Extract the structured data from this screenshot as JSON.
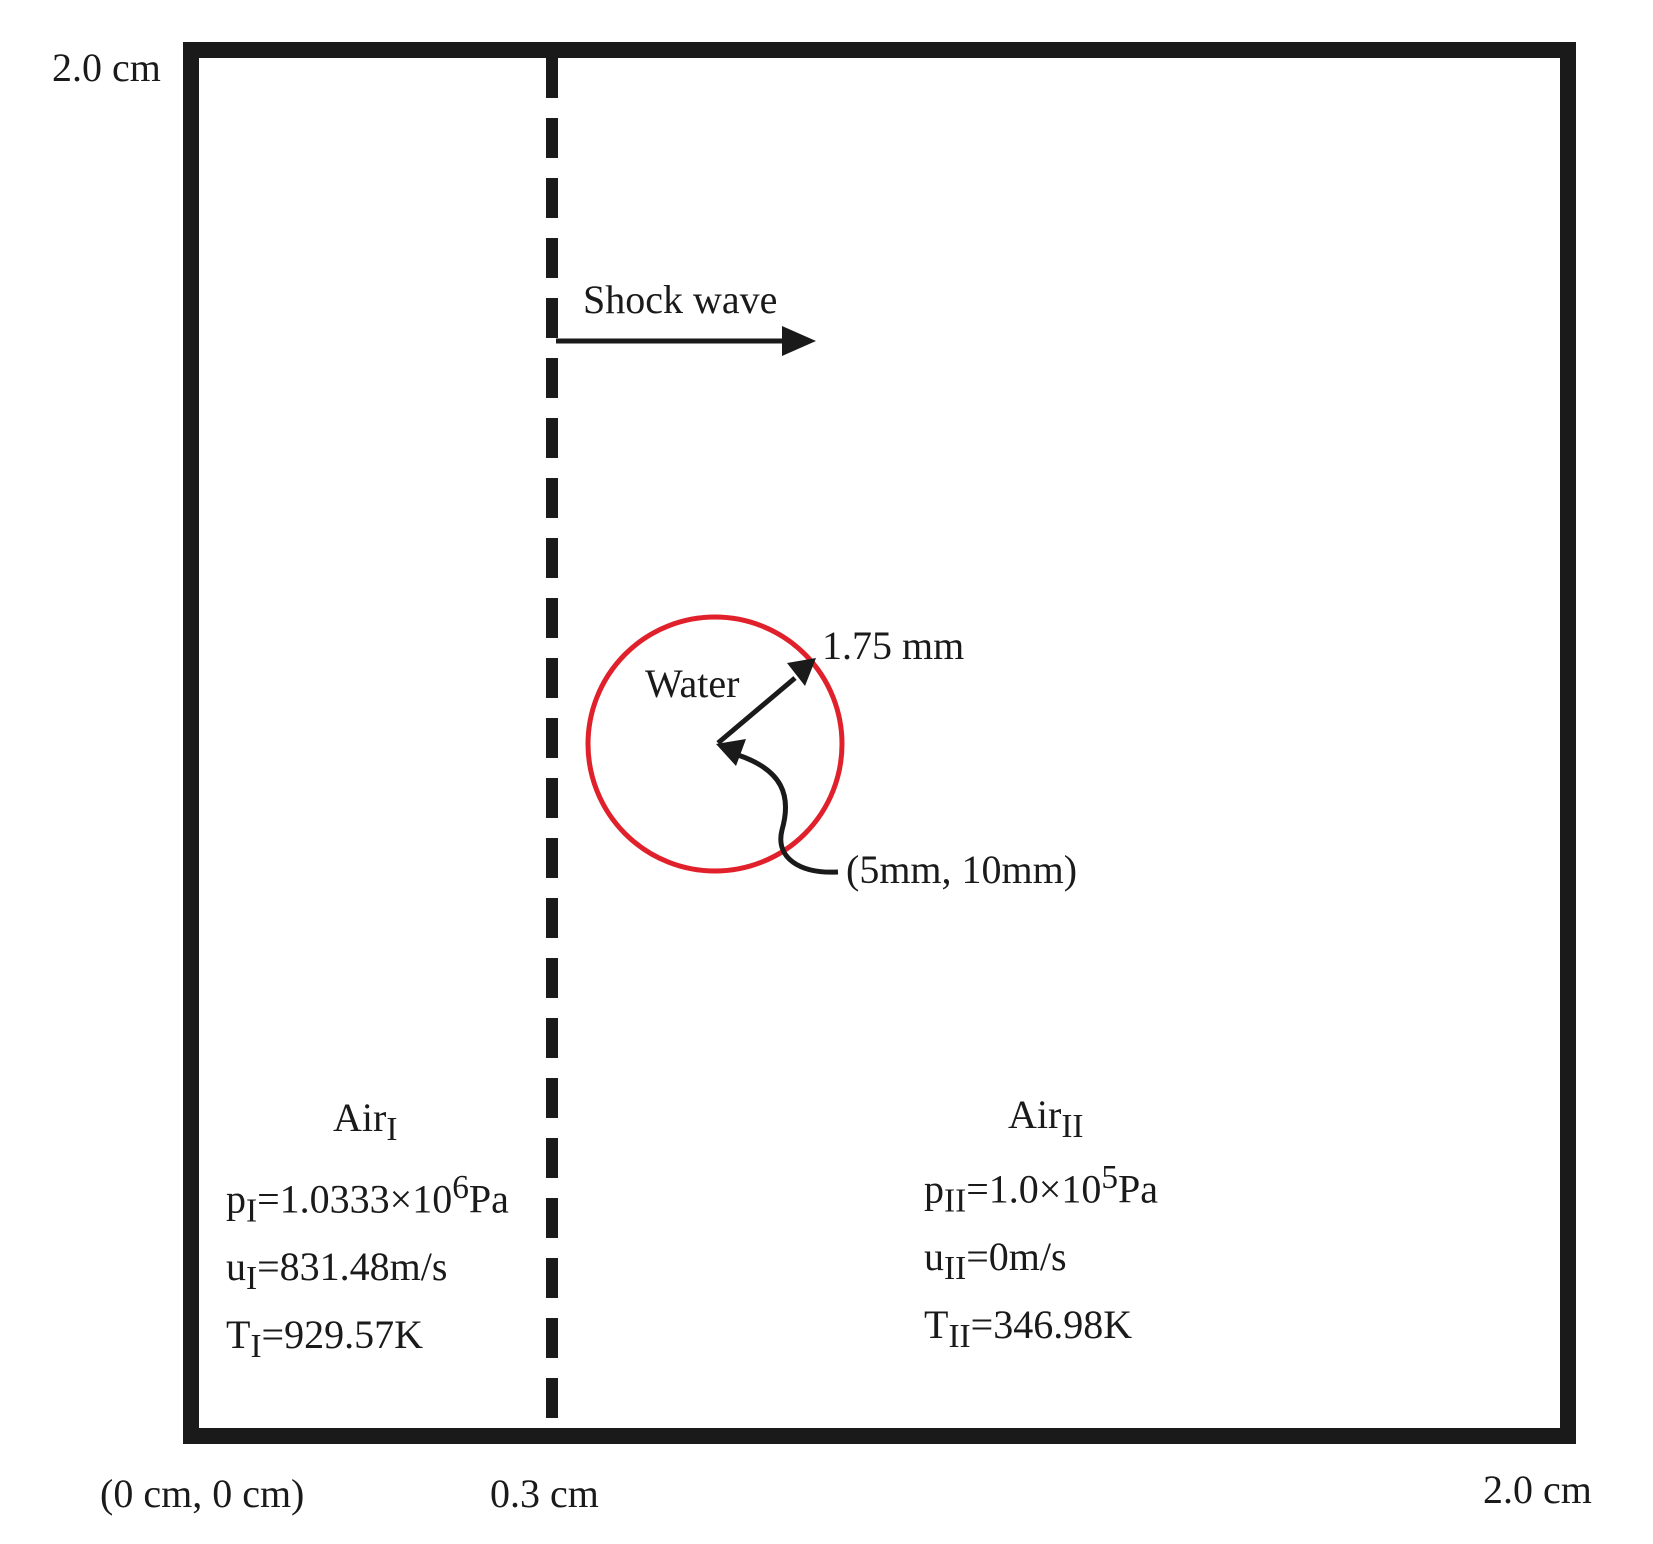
{
  "labels": {
    "top_left": "2.0 cm",
    "bottom_right": "2.0 cm",
    "origin": "(0 cm, 0 cm)",
    "interface_x": "0.3 cm",
    "shock_wave": "Shock wave",
    "water": "Water",
    "radius": "1.75 mm",
    "center": "(5mm, 10mm)"
  },
  "region_I": {
    "name": "Air",
    "sub": "I",
    "p_sym": "p",
    "p_sub": "I",
    "p_val": "=1.0333×10",
    "p_exp": "6",
    "p_unit": "Pa",
    "u_sym": "u",
    "u_sub": "I",
    "u_val": "=831.48m/s",
    "t_sym": "T",
    "t_sub": "I",
    "t_val": "=929.57K"
  },
  "region_II": {
    "name": "Air",
    "sub": "II",
    "p_sym": "p",
    "p_sub": "II",
    "p_val": "=1.0×10",
    "p_exp": "5",
    "p_unit": "Pa",
    "u_sym": "u",
    "u_sub": "II",
    "u_val": "=0m/s",
    "t_sym": "T",
    "t_sub": "II",
    "t_val": "=346.98K"
  },
  "colors": {
    "outline": "#1a1a1a",
    "droplet": "#e0202a"
  }
}
